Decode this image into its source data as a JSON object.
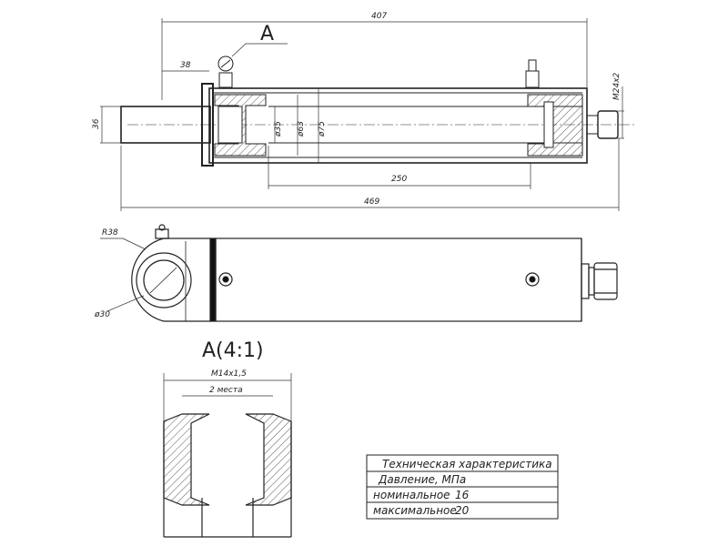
{
  "dimensions": {
    "len_407": "407",
    "len_38": "38",
    "dia_36": "36",
    "dia_35": "ø35",
    "dia_63": "ø63",
    "dia_75": "ø75",
    "stroke_250": "250",
    "len_469": "469",
    "thread_m24": "M24x2",
    "radius_r38": "R38",
    "dia_30": "ø30",
    "thread_m14": "M14x1,5",
    "count_2": "2 места"
  },
  "labels": {
    "view_a": "A",
    "detail_a": "A(4:1)"
  },
  "spec_table": {
    "title": "Техническая характеристика",
    "pressure_header": "Давление, МПа",
    "rows": [
      {
        "label": "номинальное",
        "value": "16"
      },
      {
        "label": "максимальное",
        "value": "20"
      }
    ]
  }
}
